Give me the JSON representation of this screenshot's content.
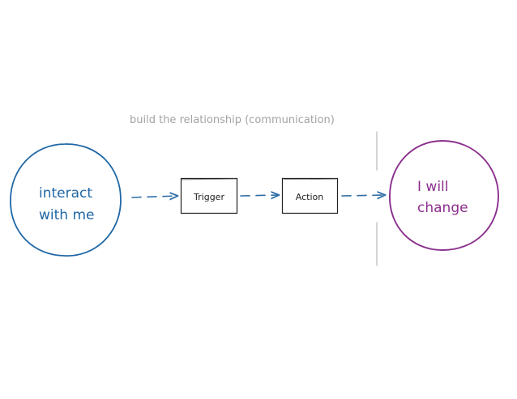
{
  "diagram": {
    "caption": "build the relationship (communication)",
    "left_node": {
      "line1": "interact",
      "line2": "with me"
    },
    "trigger_label": "Trigger",
    "action_label": "Action",
    "right_node": {
      "line1": "I will",
      "line2": "change"
    }
  },
  "colors": {
    "left_node": "#1f67a6",
    "right_node": "#8b2f8c",
    "arrow": "#2f6ea5",
    "caption": "#a3a3a3",
    "box": "#222222",
    "divider": "#b8b8b8"
  }
}
